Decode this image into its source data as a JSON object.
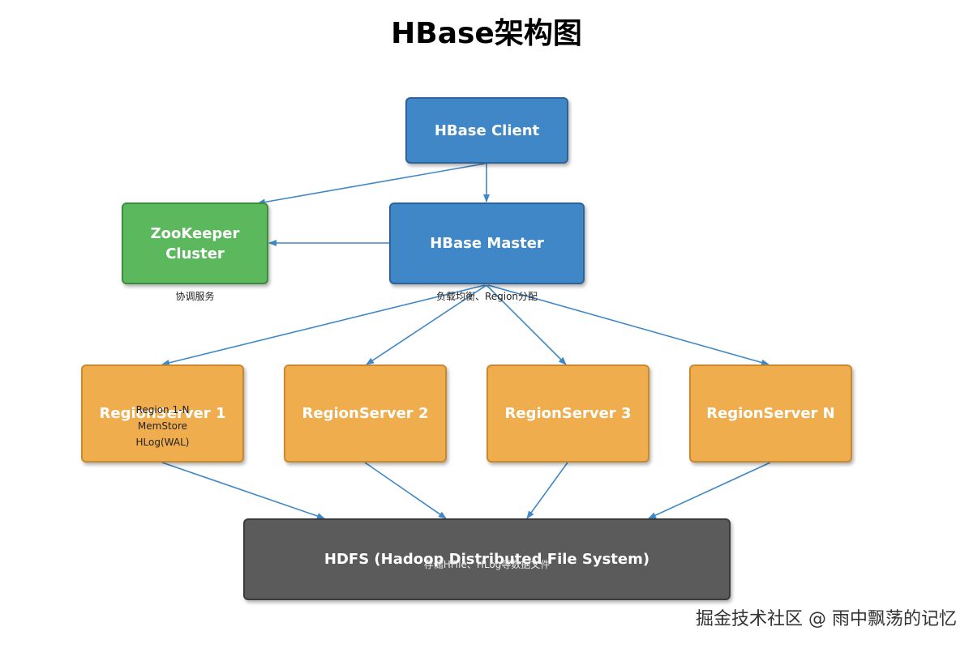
{
  "title": "HBase架构图",
  "nodes": {
    "client": "HBase Client",
    "zookeeper": "ZooKeeper\nCluster",
    "master": "HBase Master",
    "rs1": "RegionServer 1",
    "rs2": "RegionServer 2",
    "rs3": "RegionServer 3",
    "rsn": "RegionServer N",
    "hdfs": "HDFS (Hadoop Distributed File System)"
  },
  "notes": {
    "zookeeper": "协调服务",
    "master": "负载均衡、Region分配",
    "rs1_lines": [
      "Region 1-N",
      "MemStore",
      "HLog(WAL)"
    ],
    "hdfs": "存储HFile、HLog等数据文件"
  },
  "watermark": "掘金技术社区 @ 雨中飘荡的记忆",
  "colors": {
    "client_master": "#3f87c6",
    "zookeeper": "#5cb85c",
    "regionserver": "#f0ad4e",
    "hdfs": "#5b5b5b",
    "edge": "#3f87c6"
  }
}
